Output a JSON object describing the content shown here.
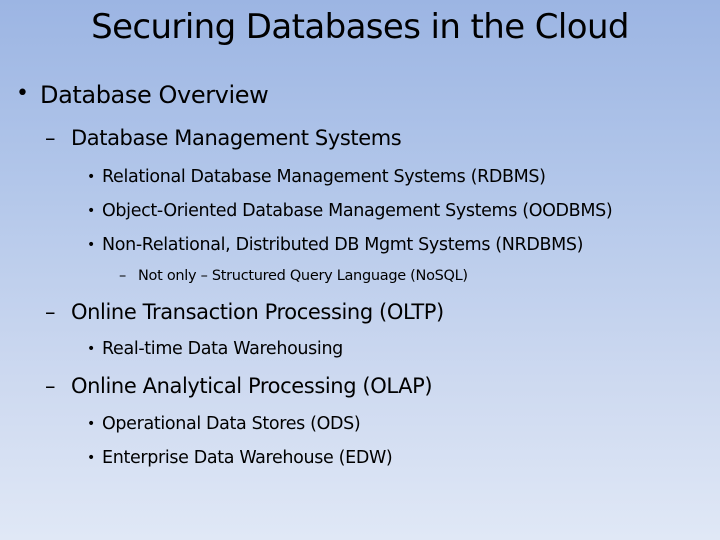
{
  "slide": {
    "title": "Securing Databases in the Cloud",
    "bullet_glyph": "•",
    "dash_glyph": "–",
    "background": {
      "top": "#9cb5e3",
      "bottom": "#e0e8f6"
    },
    "items": [
      {
        "level": 1,
        "text": "Database Overview"
      },
      {
        "level": 2,
        "text": "Database Management Systems"
      },
      {
        "level": 3,
        "text": "Relational Database Management Systems (RDBMS)"
      },
      {
        "level": 3,
        "text": "Object-Oriented Database Management Systems (OODBMS)"
      },
      {
        "level": 3,
        "text": "Non-Relational, Distributed DB Mgmt Systems (NRDBMS)"
      },
      {
        "level": 4,
        "text": "Not only – Structured Query Language (NoSQL)"
      },
      {
        "level": 2,
        "text": "Online Transaction Processing (OLTP)"
      },
      {
        "level": 3,
        "text": "Real-time Data Warehousing"
      },
      {
        "level": 2,
        "text": "Online Analytical Processing (OLAP)"
      },
      {
        "level": 3,
        "text": "Operational Data Stores (ODS)"
      },
      {
        "level": 3,
        "text": "Enterprise Data Warehouse (EDW)"
      }
    ]
  }
}
